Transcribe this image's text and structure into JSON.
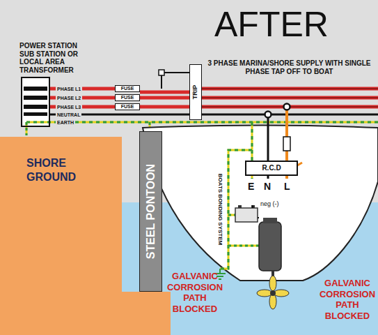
{
  "diagram": {
    "title": "AFTER",
    "nodes": [
      {
        "text": [
          "POWER STATION SUB STATION OR LOCAL AREA TRANSFORMER"
        ]
      },
      {
        "text": [
          "FUSE"
        ]
      },
      {
        "text": [
          "FUSE"
        ]
      },
      {
        "text": [
          "FUSE"
        ]
      },
      {
        "text": [
          "TRIP"
        ]
      },
      {
        "text": [
          "R.C.D"
        ]
      },
      {
        "text": [
          "SHORE GROUND"
        ]
      },
      {
        "text": [
          "STEEL PONTOON"
        ]
      }
    ],
    "edges": [
      {
        "from": 0,
        "to": 1,
        "arrow": "none"
      },
      {
        "from": 0,
        "to": 2,
        "arrow": "none"
      },
      {
        "from": 0,
        "to": 3,
        "arrow": "none"
      },
      {
        "from": 1,
        "to": 4,
        "arrow": "none"
      },
      {
        "from": 2,
        "to": 4,
        "arrow": "none"
      },
      {
        "from": 3,
        "to": 4,
        "arrow": "none"
      }
    ],
    "labels": [
      "3 PHASE MARINA/SHORE SUPPLY WITH SINGLE PHASE TAP OFF TO BOAT",
      "PHASE L1",
      "PHASE L2",
      "PHASE L3",
      "NEUTRAL",
      "EARTH",
      "E",
      "N",
      "L",
      "BOATS BONDING SYSTEM",
      "neg (-)",
      "GALVANIC CORROSION PATH BLOCKED",
      "GALVANIC CORROSION PATH BLOCKED"
    ]
  }
}
